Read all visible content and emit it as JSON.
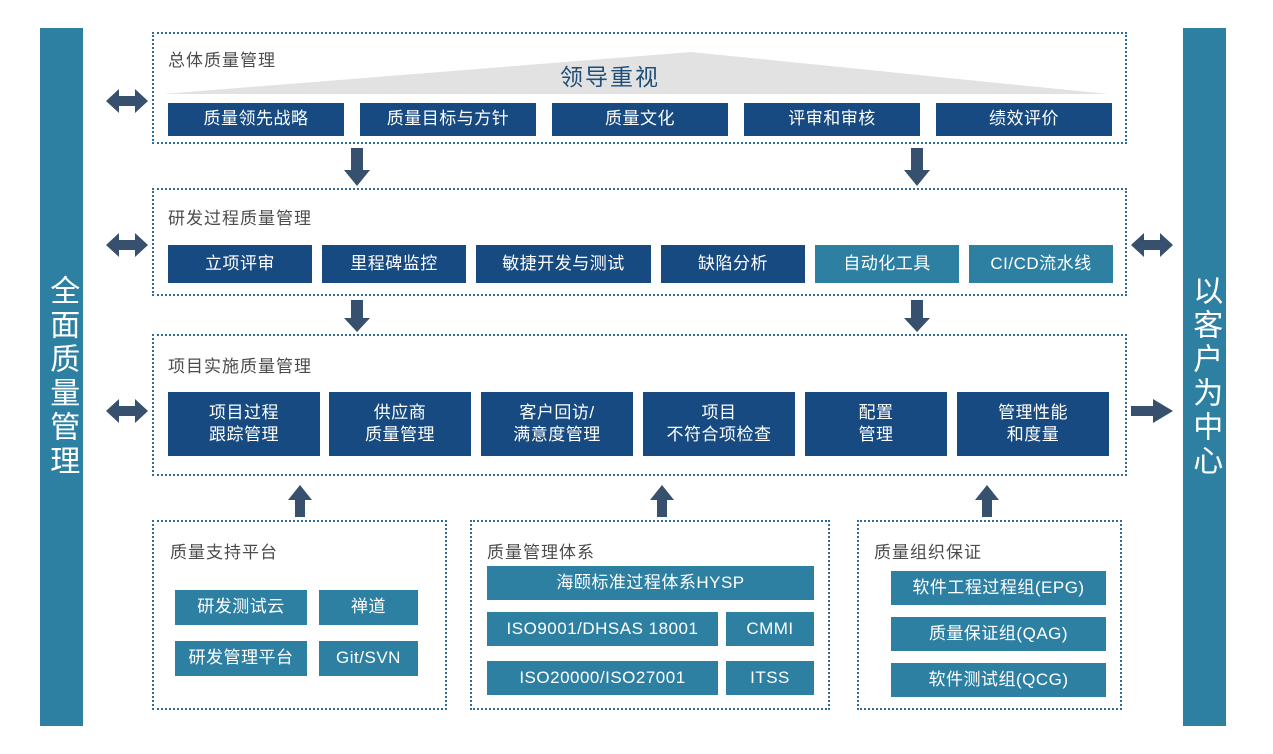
{
  "diagram": {
    "left_pillar": {
      "label": "全面质量管理"
    },
    "right_pillar": {
      "label": "以客户为中心"
    },
    "colors": {
      "navy": "#164A80",
      "teal": "#2E80A3",
      "frame_dotted": "#2E6B99",
      "triangle_gray": "#E2E2E2",
      "triangle_label": "#1F4E79",
      "title_gray": "#4C4C4C"
    },
    "sections": [
      {
        "title": "总体质量管理",
        "banner": {
          "label": "领导重视",
          "shape": "triangle"
        },
        "boxes": [
          {
            "label": "质量领先战略",
            "color": "navy"
          },
          {
            "label": "质量目标与方针",
            "color": "navy"
          },
          {
            "label": "质量文化",
            "color": "navy"
          },
          {
            "label": "评审和审核",
            "color": "navy"
          },
          {
            "label": "绩效评价",
            "color": "navy"
          }
        ]
      },
      {
        "title": "研发过程质量管理",
        "boxes": [
          {
            "label": "立项评审",
            "color": "navy"
          },
          {
            "label": "里程碑监控",
            "color": "navy"
          },
          {
            "label": "敏捷开发与测试",
            "color": "navy"
          },
          {
            "label": "缺陷分析",
            "color": "navy"
          },
          {
            "label": "自动化工具",
            "color": "teal"
          },
          {
            "label": "CI/CD流水线",
            "color": "teal"
          }
        ]
      },
      {
        "title": "项目实施质量管理",
        "boxes": [
          {
            "label": "项目过程\n跟踪管理",
            "color": "navy"
          },
          {
            "label": "供应商\n质量管理",
            "color": "navy"
          },
          {
            "label": "客户回访/\n满意度管理",
            "color": "navy"
          },
          {
            "label": "项目\n不符合项检查",
            "color": "navy"
          },
          {
            "label": "配置\n管理",
            "color": "navy"
          },
          {
            "label": "管理性能\n和度量",
            "color": "navy"
          }
        ]
      }
    ],
    "foundation": [
      {
        "title": "质量支持平台",
        "boxes": [
          {
            "label": "研发测试云",
            "color": "teal"
          },
          {
            "label": "禅道",
            "color": "teal"
          },
          {
            "label": "研发管理平台",
            "color": "teal"
          },
          {
            "label": "Git/SVN",
            "color": "teal"
          }
        ]
      },
      {
        "title": "质量管理体系",
        "boxes": [
          {
            "label": "海颐标准过程体系HYSP",
            "color": "teal"
          },
          {
            "label": "ISO9001/DHSAS 18001",
            "color": "teal"
          },
          {
            "label": "CMMI",
            "color": "teal"
          },
          {
            "label": "ISO20000/ISO27001",
            "color": "teal"
          },
          {
            "label": "ITSS",
            "color": "teal"
          }
        ]
      },
      {
        "title": "质量组织保证",
        "boxes": [
          {
            "label": "软件工程过程组(EPG)",
            "color": "teal"
          },
          {
            "label": "质量保证组(QAG)",
            "color": "teal"
          },
          {
            "label": "软件测试组(QCG)",
            "color": "teal"
          }
        ]
      }
    ],
    "connectors": [
      {
        "name": "left-arrow-overall",
        "direction": "both-horizontal"
      },
      {
        "name": "left-arrow-rd-process",
        "direction": "both-horizontal"
      },
      {
        "name": "left-arrow-project",
        "direction": "both-horizontal"
      },
      {
        "name": "right-arrow-rd-process",
        "direction": "both-horizontal"
      },
      {
        "name": "right-arrow-project",
        "direction": "right"
      },
      {
        "name": "down-arrow-overall-to-rd-left",
        "direction": "down"
      },
      {
        "name": "down-arrow-overall-to-rd-right",
        "direction": "down"
      },
      {
        "name": "down-arrow-rd-to-project-left",
        "direction": "down"
      },
      {
        "name": "down-arrow-rd-to-project-right",
        "direction": "down"
      },
      {
        "name": "up-arrow-support-platform",
        "direction": "up"
      },
      {
        "name": "up-arrow-management-system",
        "direction": "up"
      },
      {
        "name": "up-arrow-organization",
        "direction": "up"
      }
    ]
  }
}
